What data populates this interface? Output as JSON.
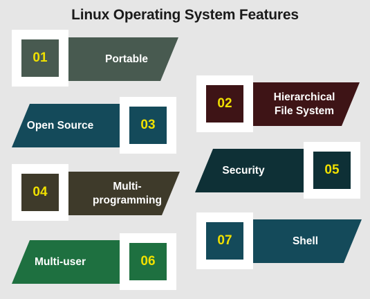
{
  "title": "Linux Operating System Features",
  "features": [
    {
      "num": "01",
      "label": "Portable",
      "color": "#485a50"
    },
    {
      "num": "02",
      "label_line1": "Hierarchical",
      "label_line2": "File System",
      "color": "#3e1416"
    },
    {
      "num": "03",
      "label": "Open Source",
      "color": "#144a5a"
    },
    {
      "num": "04",
      "label_line1": "Multi-",
      "label_line2": "programming",
      "color": "#3e3a2a"
    },
    {
      "num": "05",
      "label": "Security",
      "color": "#0e3036"
    },
    {
      "num": "06",
      "label": "Multi-user",
      "color": "#1e7040"
    },
    {
      "num": "07",
      "label": "Shell",
      "color": "#144a5a"
    }
  ]
}
